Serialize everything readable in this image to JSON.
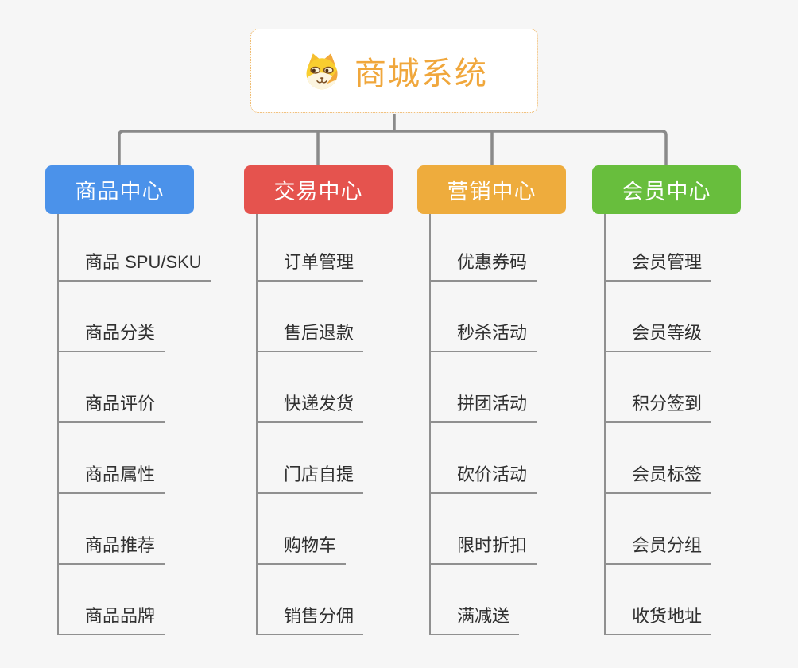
{
  "root": {
    "title": "商城系统",
    "icon": "dog-icon",
    "text_color": "#F0A73C",
    "border_color": "#EDB25F"
  },
  "connector_color": "#8A8A8A",
  "line_color": "#909090",
  "branches": [
    {
      "label": "商品中心",
      "color": "#4B92EA",
      "children": [
        "商品 SPU/SKU",
        "商品分类",
        "商品评价",
        "商品属性",
        "商品推荐",
        "商品品牌"
      ]
    },
    {
      "label": "交易中心",
      "color": "#E5534E",
      "children": [
        "订单管理",
        "售后退款",
        "快递发货",
        "门店自提",
        "购物车",
        "销售分佣"
      ]
    },
    {
      "label": "营销中心",
      "color": "#EEAC3D",
      "children": [
        "优惠券码",
        "秒杀活动",
        "拼团活动",
        "砍价活动",
        "限时折扣",
        "满减送"
      ]
    },
    {
      "label": "会员中心",
      "color": "#68BE3D",
      "children": [
        "会员管理",
        "会员等级",
        "积分签到",
        "会员标签",
        "会员分组",
        "收货地址"
      ]
    }
  ]
}
